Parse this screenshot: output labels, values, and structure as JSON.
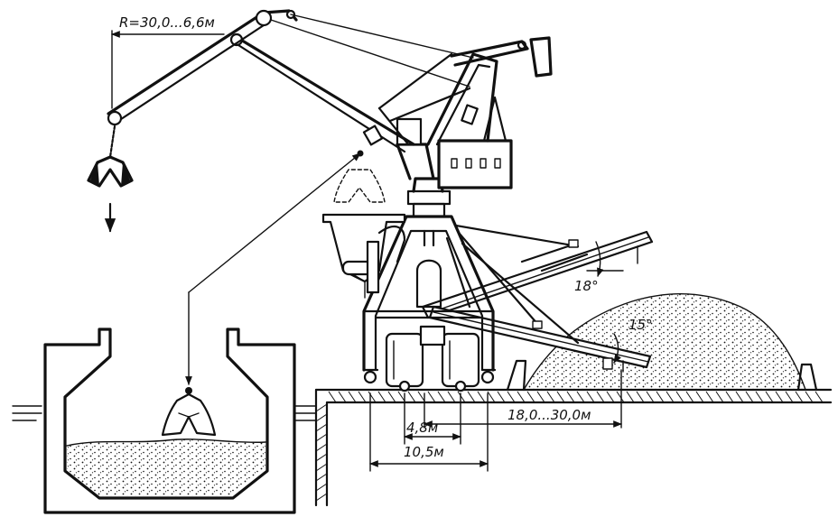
{
  "labels": {
    "reach": "R=30,0...6,6м",
    "belt_angle_upper": "18°",
    "belt_angle_lower": "15°",
    "track_gauge": "4,8м",
    "portal_base": "10,5м",
    "conveyor_reach": "18,0...30,0м"
  }
}
